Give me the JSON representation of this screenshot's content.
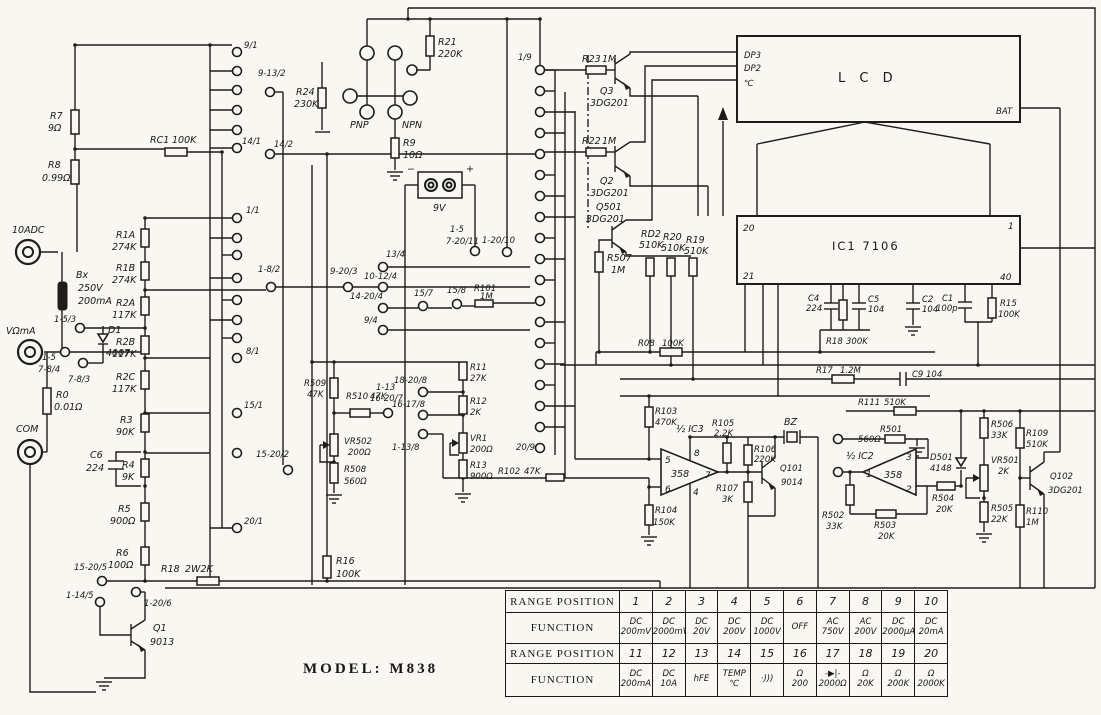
{
  "meta": {
    "model": "MODEL: M838"
  },
  "terminals": {
    "adc": "10ADC",
    "vohm": "VΩmA",
    "com": "COM"
  },
  "fuse": {
    "name": "Bx",
    "v1": "250V",
    "v2": "200mA"
  },
  "battery": {
    "label": "9V",
    "minus": "−",
    "plus": "+"
  },
  "hfe": {
    "pnp": "PNP",
    "npn": "NPN"
  },
  "blocks": {
    "lcd": {
      "title": "L C D",
      "dp3": "DP3",
      "dp2": "DP2",
      "temp": "℃",
      "bat": "BAT"
    },
    "ic1": {
      "title": "IC1  7106",
      "p20": "20",
      "p21": "21",
      "p1": "1",
      "p40": "40"
    }
  },
  "opamps": {
    "ic3": {
      "label": "½ IC3",
      "chip": "358",
      "p5": "5",
      "p6": "6",
      "p7": "7",
      "p8": "8",
      "p4": "4"
    },
    "ic2": {
      "label": "½ IC2",
      "chip": "358",
      "p1": "1",
      "p2": "2",
      "p3": "3"
    }
  },
  "parts": {
    "r7": [
      "R7",
      "9Ω"
    ],
    "r8": [
      "R8",
      "0.99Ω"
    ],
    "rc1": [
      "RC1",
      "100K"
    ],
    "r0": [
      "R0",
      "0.01Ω"
    ],
    "r1a": [
      "R1A",
      "274K"
    ],
    "r1b": [
      "R1B",
      "274K"
    ],
    "r2a": [
      "R2A",
      "117K"
    ],
    "r2b": [
      "R2B",
      "117K"
    ],
    "r2c": [
      "R2C",
      "117K"
    ],
    "r3": [
      "R3",
      "90K"
    ],
    "r4": [
      "R4",
      "9K"
    ],
    "r5": [
      "R5",
      "900Ω"
    ],
    "r6": [
      "R6",
      "100Ω"
    ],
    "c6": [
      "C6",
      "224"
    ],
    "d1": [
      "D1",
      "4007"
    ],
    "r18b": [
      "R18",
      "2W2K"
    ],
    "r16": [
      "R16",
      "100K"
    ],
    "q1": [
      "Q1",
      "9013"
    ],
    "r24": [
      "R24",
      "230K"
    ],
    "r21": [
      "R21",
      "220K"
    ],
    "r9": [
      "R9",
      "10Ω"
    ],
    "r23": [
      "R23",
      "1M"
    ],
    "r22": [
      "R22",
      "1M"
    ],
    "r507": [
      "R507",
      "1M"
    ],
    "q3": [
      "Q3",
      "3DG201"
    ],
    "q2": [
      "Q2",
      "3DG201"
    ],
    "q501": [
      "Q501",
      "3DG201"
    ],
    "rd2": [
      "RD2",
      "510K"
    ],
    "r20": [
      "R20",
      "510K"
    ],
    "r19": [
      "R19",
      "510K"
    ],
    "c4": [
      "C4",
      "224"
    ],
    "r18": [
      "R18",
      "300K"
    ],
    "c5": [
      "C5",
      "104"
    ],
    "c2": [
      "C2",
      "104"
    ],
    "c1": [
      "C1",
      "100p"
    ],
    "r15": [
      "R15",
      "100K"
    ],
    "r08": [
      "R08",
      "100K"
    ],
    "r17": [
      "R17",
      "1.2M"
    ],
    "c9": [
      "C9",
      "104"
    ],
    "r111": [
      "R111",
      "510K"
    ],
    "r103": [
      "R103",
      "470K"
    ],
    "r104": [
      "R104",
      "150K"
    ],
    "r105": [
      "R105",
      "2.2K"
    ],
    "r106": [
      "R106",
      "220K"
    ],
    "r107": [
      "R107",
      "3K"
    ],
    "q101": [
      "Q101",
      "9014"
    ],
    "bz": [
      "BZ",
      ""
    ],
    "r501": [
      "R501",
      "560Ω"
    ],
    "r502": [
      "R502",
      "33K"
    ],
    "r503": [
      "R503",
      "20K"
    ],
    "r504": [
      "R504",
      "20K"
    ],
    "d501": [
      "D501",
      "4148"
    ],
    "r506": [
      "R506",
      "33K"
    ],
    "vr501": [
      "VR501",
      "2K"
    ],
    "r505": [
      "R505",
      "22K"
    ],
    "r109": [
      "R109",
      "510K"
    ],
    "r110": [
      "R110",
      "1M"
    ],
    "q102": [
      "Q102",
      "3DG201"
    ],
    "r509": [
      "R509",
      "47K"
    ],
    "r510": [
      "R510",
      "47K"
    ],
    "vr502": [
      "VR502",
      "200Ω"
    ],
    "r508": [
      "R508",
      "560Ω"
    ],
    "r11": [
      "R11",
      "27K"
    ],
    "r12": [
      "R12",
      "2K"
    ],
    "vr1": [
      "VR1",
      "200Ω"
    ],
    "r13": [
      "R13",
      "900Ω"
    ],
    "r101": [
      "R101",
      "1M"
    ],
    "r102": [
      "R102",
      "47K"
    ]
  },
  "switches": {
    "p9_1": "9/1",
    "p14_1": "14/1",
    "p1_1": "1/1",
    "p8_1": "8/1",
    "p15_1": "15/1",
    "p20_1": "20/1",
    "p9_13_2": "9-13/2",
    "p14_2": "14/2",
    "p1_8_2": "1-8/2",
    "p15_20_2": "15-20/2",
    "p1_5_3": "1-5/3",
    "p7_8_3": "7-8/3",
    "p9_20_3": "9-20/3",
    "p13_4": "13/4",
    "p10_12_4": "10-12/4",
    "p14_20_4": "14-20/4",
    "p9_4": "9/4",
    "p1_5a": "1-5",
    "p7_8_4": "7-8/4",
    "p15_20_5": "15-20/5",
    "p1_14_5": "1-14/5",
    "p1_20_6": "1-20/6",
    "p1_13": "1-13",
    "p16_20_7": "16-20/7",
    "p15_7": "15/7",
    "p15_8": "15/8",
    "p18_20_8": "18-20/8",
    "p16_17_8": "16-17/8",
    "p1_13_8": "1-13/8",
    "p1_9": "1/9",
    "p20_9": "20/9",
    "p1_20_10": "1-20/10",
    "p1_5b": "1-5",
    "p7_20_11": "7-20/11"
  },
  "table": {
    "header_label": "RANGE  POSITION",
    "function_label": "FUNCTION",
    "positions1": [
      "1",
      "2",
      "3",
      "4",
      "5",
      "6",
      "7",
      "8",
      "9",
      "10"
    ],
    "functions1": [
      [
        "DC",
        "200mV"
      ],
      [
        "DC",
        "2000mV"
      ],
      [
        "DC",
        "20V"
      ],
      [
        "DC",
        "200V"
      ],
      [
        "DC",
        "1000V"
      ],
      [
        "OFF",
        ""
      ],
      [
        "AC",
        "750V"
      ],
      [
        "AC",
        "200V"
      ],
      [
        "DC",
        "2000μA"
      ],
      [
        "DC",
        "20mA"
      ]
    ],
    "positions2": [
      "11",
      "12",
      "13",
      "14",
      "15",
      "16",
      "17",
      "18",
      "19",
      "20"
    ],
    "functions2": [
      [
        "DC",
        "200mA"
      ],
      [
        "DC",
        "10A"
      ],
      [
        "hFE",
        ""
      ],
      [
        "TEMP",
        "℃"
      ],
      [
        "·)))",
        ""
      ],
      [
        "Ω",
        "200"
      ],
      [
        "-▶|-",
        "2000Ω"
      ],
      [
        "Ω",
        "20K"
      ],
      [
        "Ω",
        "200K"
      ],
      [
        "Ω",
        "2000K"
      ]
    ]
  }
}
